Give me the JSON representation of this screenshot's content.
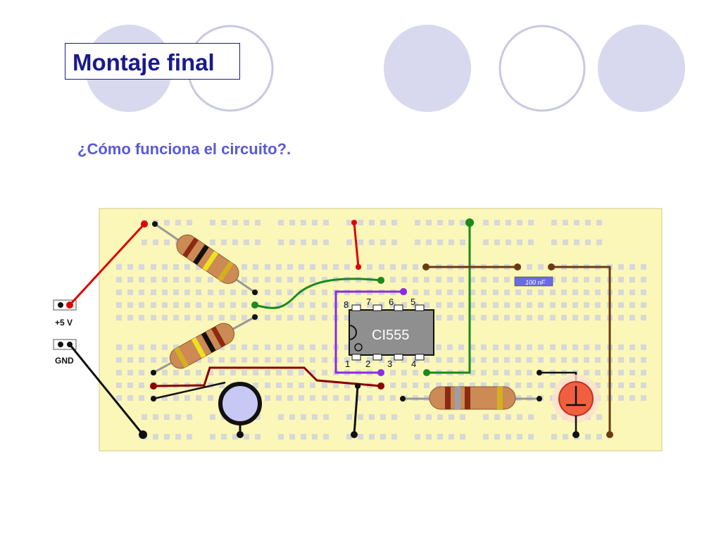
{
  "slide": {
    "title": "Montaje final",
    "subtitle": "¿Cómo funciona el circuito?."
  },
  "circuit": {
    "supply_label": "+5 V",
    "ground_label": "GND",
    "ic_label": "CI555",
    "ic_pins_top": [
      "8",
      "7",
      "6",
      "5"
    ],
    "ic_pins_bottom": [
      "1",
      "2",
      "3",
      "4"
    ],
    "capacitor_label": "100 nF",
    "colors": {
      "breadboard": "#fbf7b8",
      "hole": "#d8d8d8",
      "wire_red": "#e00000",
      "wire_black": "#111111",
      "wire_green": "#1a8a1a",
      "wire_purple": "#8a2be2",
      "wire_brown": "#6b3a10",
      "wire_darkred": "#8b0000",
      "decor_fill": "#d8d8ef",
      "decor_ring": "#c8c8e2"
    }
  }
}
